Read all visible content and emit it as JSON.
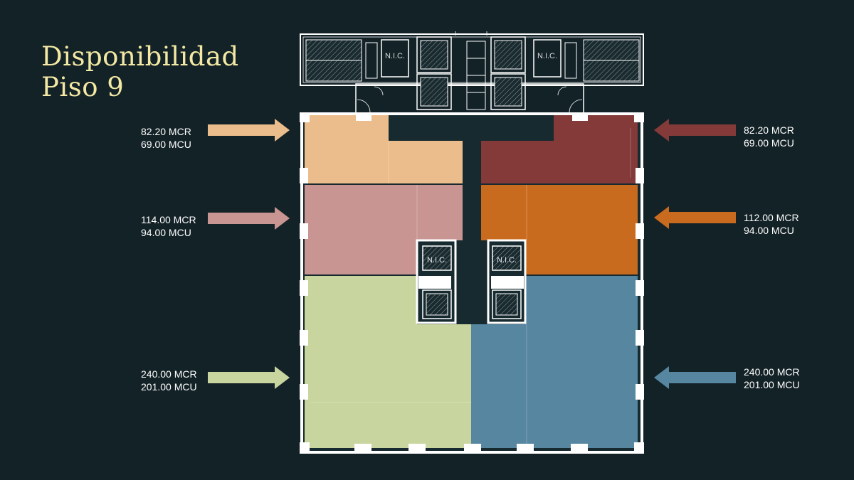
{
  "slide": {
    "title_line1": "Disponibilidad",
    "title_line2": "Piso 9"
  },
  "core_label": "N.I.C.",
  "units": [
    {
      "id": "top-left",
      "mcr": "82.20 MCR",
      "mcu": "69.00 MCU",
      "color": "#ecbd8c"
    },
    {
      "id": "top-right",
      "mcr": "82.20 MCR",
      "mcu": "69.00 MCU",
      "color": "#833a39"
    },
    {
      "id": "mid-left",
      "mcr": "114.00 MCR",
      "mcu": "94.00 MCU",
      "color": "#c99592"
    },
    {
      "id": "mid-right",
      "mcr": "112.00 MCR",
      "mcu": "94.00 MCU",
      "color": "#c96b1e"
    },
    {
      "id": "bottom-left",
      "mcr": "240.00 MCR",
      "mcu": "201.00 MCU",
      "color": "#c8d59e"
    },
    {
      "id": "bottom-right",
      "mcr": "240.00 MCR",
      "mcu": "201.00 MCU",
      "color": "#5686a0"
    }
  ],
  "colors": {
    "background": "#132227",
    "title": "#f4e9a4",
    "walls": "#ffffff"
  }
}
